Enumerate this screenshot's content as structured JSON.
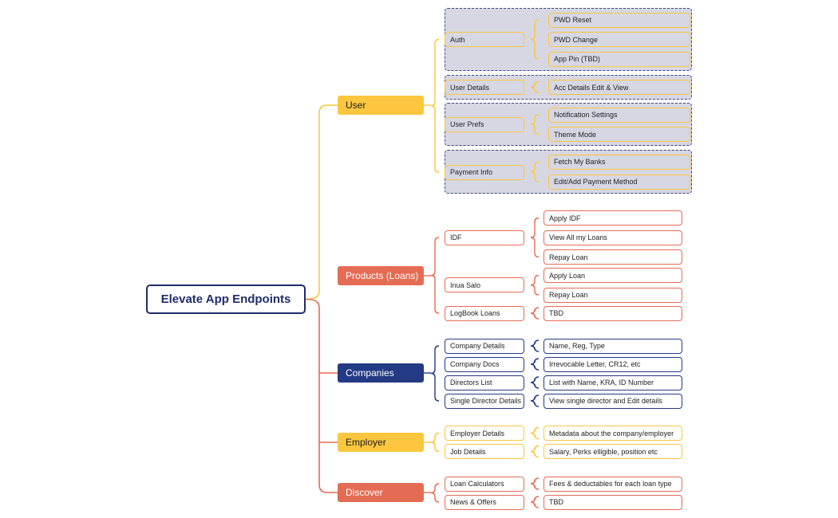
{
  "colors": {
    "user": "#fdc63f",
    "products": "#e56c54",
    "companies": "#233a84",
    "employer": "#fdc63f",
    "discover": "#e56c54",
    "root_border": "#1f2c6b",
    "group_fill": "#d6d7e3"
  },
  "root": {
    "label": "Elevate App Endpoints"
  },
  "branches": [
    {
      "id": "user",
      "label": "User",
      "color": "#fdc63f",
      "text_color": "#1c1c1c",
      "groups": [
        {
          "label": "Auth",
          "items": [
            "PWD Reset",
            "PWD Change",
            "App Pin (TBD)"
          ]
        },
        {
          "label": "User Details",
          "items": [
            "Acc Details Edit & View"
          ]
        },
        {
          "label": "User Prefs",
          "items": [
            "Notification Settings",
            "Theme Mode"
          ]
        },
        {
          "label": "Payment Info",
          "items": [
            "Fetch My Banks",
            "Edit/Add Payment Method"
          ]
        }
      ]
    },
    {
      "id": "products",
      "label": "Products (Loans)",
      "color": "#e56c54",
      "text_color": "#ffffff",
      "groups": [
        {
          "label": "IDF",
          "items": [
            "Apply IDF",
            "View All my Loans",
            "Repay Loan"
          ]
        },
        {
          "label": "Inua Salo",
          "items": [
            "Apply Loan",
            "Repay Loan"
          ]
        },
        {
          "label": "LogBook Loans",
          "items": [
            "TBD"
          ]
        }
      ]
    },
    {
      "id": "companies",
      "label": "Companies",
      "color": "#233a84",
      "text_color": "#ffffff",
      "groups": [
        {
          "label": "Company Details",
          "items": [
            "Name, Reg, Type"
          ]
        },
        {
          "label": "Company Docs",
          "items": [
            "Irrevocable Letter, CR12, etc"
          ]
        },
        {
          "label": "Directors List",
          "items": [
            "List with Name, KRA, ID Number"
          ]
        },
        {
          "label": "Single Director Details",
          "items": [
            "View single director and Edit details"
          ]
        }
      ]
    },
    {
      "id": "employer",
      "label": "Employer",
      "color": "#fdc63f",
      "text_color": "#1c1c1c",
      "groups": [
        {
          "label": "Employer Details",
          "items": [
            "Metadata about the company/employer"
          ]
        },
        {
          "label": "Job Details",
          "items": [
            "Salary, Perks elligible, position etc"
          ]
        }
      ]
    },
    {
      "id": "discover",
      "label": "Discover",
      "color": "#e56c54",
      "text_color": "#ffffff",
      "groups": [
        {
          "label": "Loan Calculators",
          "items": [
            "Fees & deductables for each loan type"
          ]
        },
        {
          "label": "News & Offers",
          "items": [
            "TBD"
          ]
        }
      ]
    }
  ]
}
